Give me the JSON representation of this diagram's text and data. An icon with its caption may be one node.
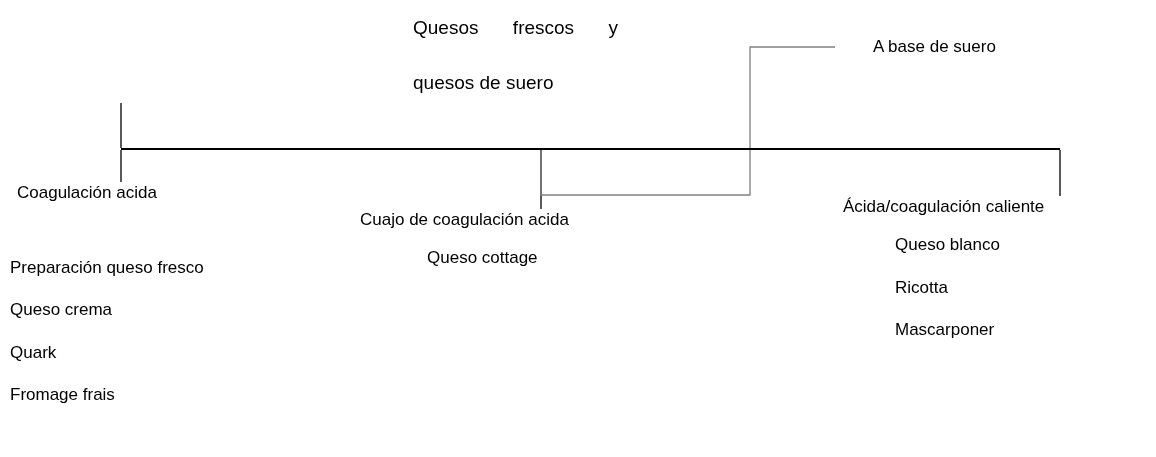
{
  "diagram": {
    "title": "Quesos frescos y quesos de suero",
    "nodes": [
      {
        "text": [],
        "shape": "bar"
      },
      {
        "text": [
          "Coagulación acida"
        ],
        "beside": [
          "Preparación queso fresco",
          "Queso crema",
          "Quark",
          "Fromage frais"
        ]
      },
      {
        "text": [
          "Cuajo de coagulación acida"
        ],
        "beside": [
          "Queso cottage"
        ]
      },
      {
        "text": [
          "Ácida/coagulación caliente"
        ],
        "beside": [
          "Queso blanco",
          "Ricotta",
          "Mascarponer"
        ]
      },
      {
        "text": [
          "A base de suero"
        ]
      }
    ],
    "edges": [
      {
        "from": 0,
        "to": 1,
        "arrow": "none"
      },
      {
        "from": 0,
        "to": 2,
        "arrow": "none"
      },
      {
        "from": 0,
        "to": 3,
        "arrow": "none"
      },
      {
        "from": 0,
        "to": 4,
        "arrow": "none",
        "color": "#808080"
      }
    ]
  }
}
